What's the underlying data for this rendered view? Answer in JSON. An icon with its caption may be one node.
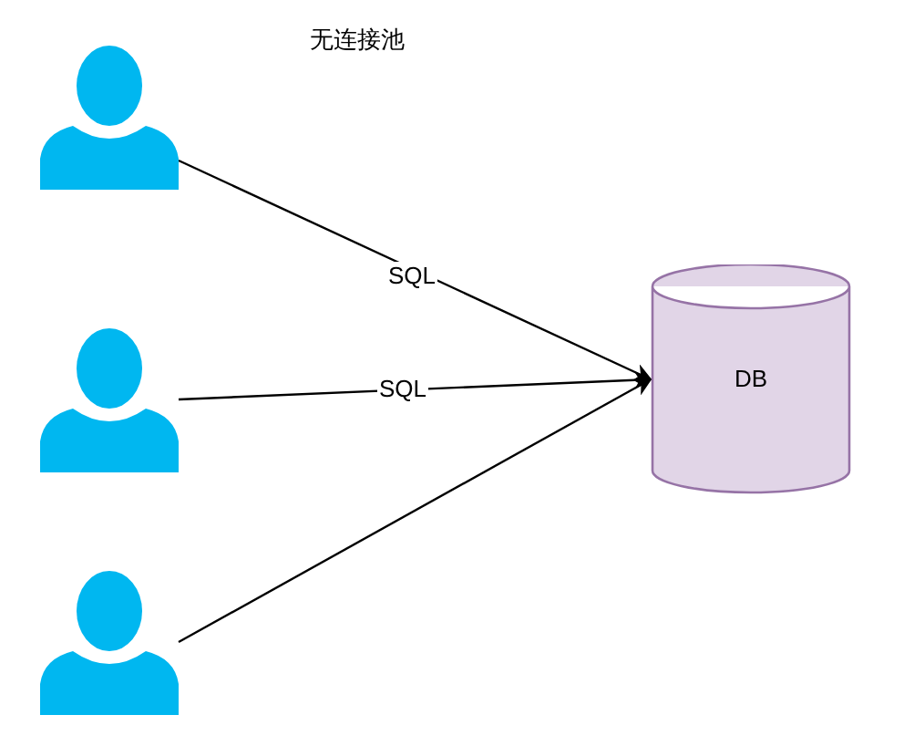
{
  "diagram": {
    "title": "无连接池",
    "nodes": [
      {
        "text": [],
        "shape": "person"
      },
      {
        "text": [],
        "shape": "person"
      },
      {
        "text": [],
        "shape": "person"
      },
      {
        "text": [
          "DB"
        ]
      }
    ],
    "edges": [
      {
        "from": 0,
        "to": 3,
        "arrow": "to",
        "label": "SQL"
      },
      {
        "from": 1,
        "to": 3,
        "arrow": "to",
        "label": "SQL"
      },
      {
        "from": 2,
        "to": 3,
        "arrow": "to"
      }
    ]
  }
}
